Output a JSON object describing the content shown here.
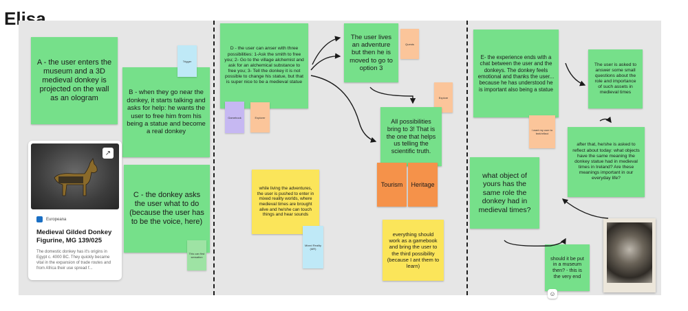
{
  "board_title": "Elisa",
  "notes": {
    "a": "A - the user enters the museum and a 3D medieval donkey is projected on the wall as an ologram",
    "b": "B - when they go near the donkey, it starts talking and asks for help: he wants the user to free him from his being a statue and become a real donkey",
    "c": "C - the donkey asks the user what to do (because the user has to be the voice, here)",
    "d": "D - the user can anser with three possibilities: 1-Ask the smith to free you; 2- Go to the village alchemist and ask for an alchemical substance to free you; 3- Tell the donkey it is not possible to change his statue, but that is super nice to be a medieval  statue",
    "adventure": "The user lives an adventure but then he is moved to go to option 3",
    "possibilities": "All possibilities bring to 3! That is the one that helps us telling the scientific truth.",
    "living": "while living the adventures, the user is pushed to enter in mixed reality worlds, where medieval times are brought alive and he/she can touch things and hear sounds",
    "gamebook": "everything should work as a gamebook and bring the user to the third possibility (because I ant them to learn)",
    "e": "E- the experience ends with a chat between the user and the donkeys. The donkey feels emotional and thanks the user... because he has understood he is important also being a statue",
    "questions": "The user is asked to answer some small questions about the role and importance of such assets in medieval times",
    "reflect": "after that, he/she is asked to reflect about today: what objects have the same meaning the donkey statue had in medieval times in Ireland? Are these meanings important in our everyday life?",
    "object": "what object of yours has the same role the donkey had in medieval times?",
    "museum": "should it be put in a museum then? - this is the very end",
    "tourism": "Tourism",
    "heritage": "Heritage"
  },
  "mini_cards": {
    "trigger": "Trigger",
    "first_sensation": "This can first sensation",
    "gamebook_mini": "Gamebook",
    "explorer": "Explorer",
    "quests": "Quests",
    "explore": "Explore",
    "mixed_reality": "Mixed Reality (MR)",
    "reflect_mini": "I want my user to feel/reflect"
  },
  "europeana_card": {
    "provider": "Europeana",
    "title": "Medieval Gilded Donkey Figurine, MG 139/025",
    "description": "The domestic donkey has it's origins in Egypt c. 4000 BC. They quickly became vital in the expansion of trade routes and from Africa their use spread f..."
  },
  "colors": {
    "board": "#e6e6e6",
    "sticky_green": "#76e08a",
    "sticky_yellow": "#fbe55a",
    "sticky_orange": "#f5924a",
    "mini_blue": "#bfe9f7",
    "mini_peach": "#fbc59a",
    "mini_purple": "#c6b8f2"
  },
  "icons": [
    "open-external-icon",
    "europeana-logo-icon",
    "reaction-add-icon"
  ]
}
